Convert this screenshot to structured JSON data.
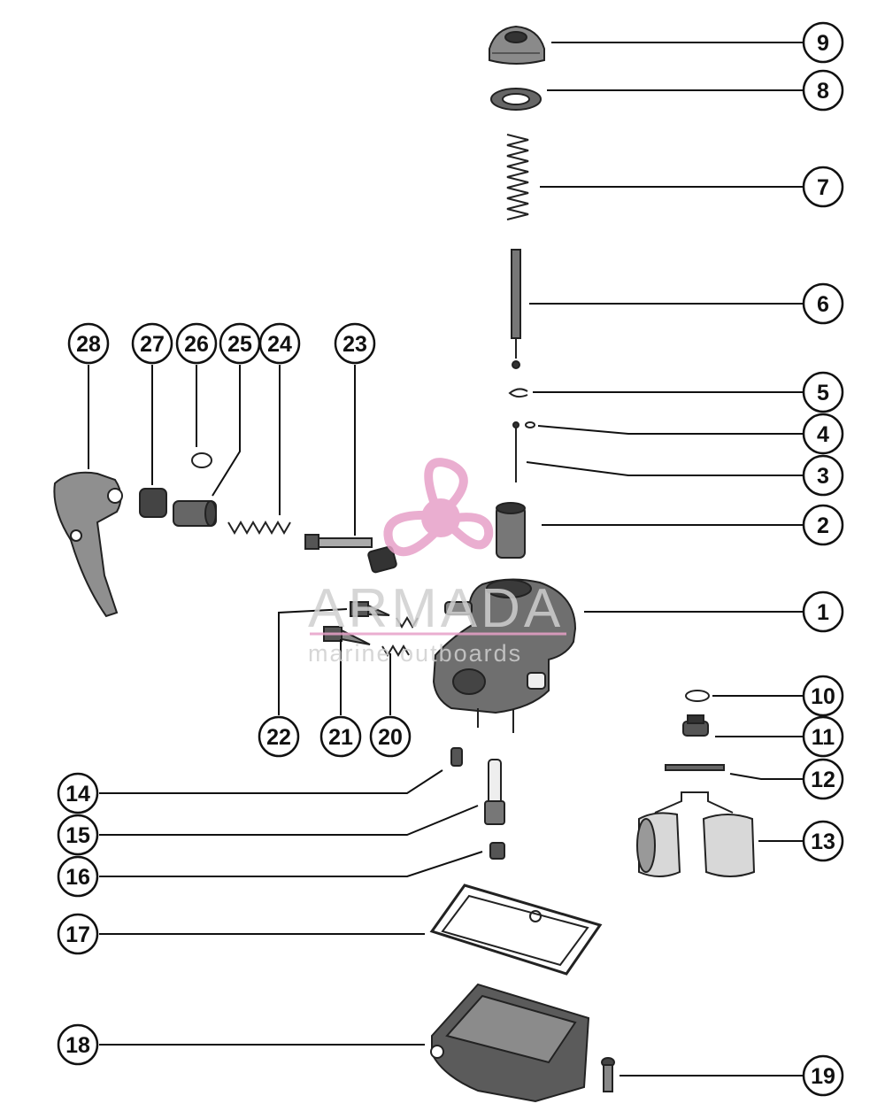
{
  "watermark": {
    "title": "ARMADA",
    "subtitle": "marine outboards",
    "logo_color": "#e7a1c8",
    "text_color": "#cfcfcf"
  },
  "callouts": [
    "1",
    "2",
    "3",
    "4",
    "5",
    "6",
    "7",
    "8",
    "9",
    "10",
    "11",
    "12",
    "13",
    "14",
    "15",
    "16",
    "17",
    "18",
    "19",
    "20",
    "21",
    "22",
    "23",
    "24",
    "25",
    "26",
    "27",
    "28"
  ]
}
